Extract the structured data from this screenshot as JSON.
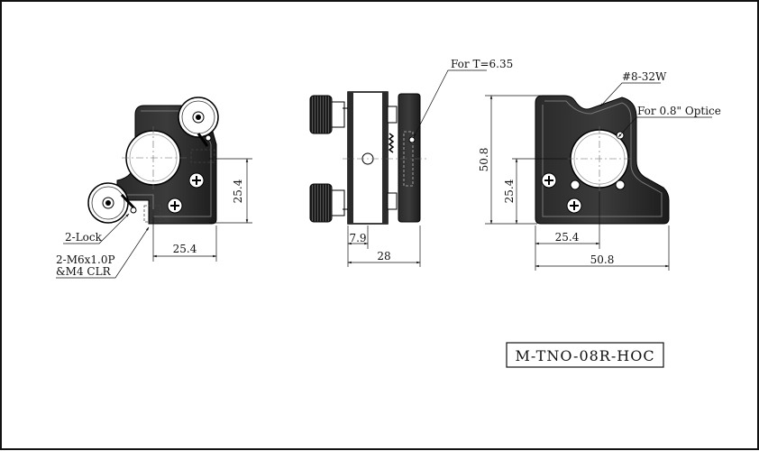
{
  "drawing": {
    "part_number": "M-TNO-08R-HOC",
    "front_view": {
      "lock_label": "2-Lock",
      "thread_label_line1": "2-M6x1.0P",
      "thread_label_line2": "&M4 CLR",
      "dim_horizontal": "25.4",
      "dim_vertical": "25.4"
    },
    "side_view": {
      "thickness_label": "For T=6.35",
      "dim_small": "7.9",
      "dim_overall": "28"
    },
    "back_view": {
      "thread_label": "#8-32W",
      "optic_label": "For 0.8\" Optice",
      "dim_height": "50.8",
      "dim_center_height": "25.4",
      "dim_center_width": "25.4",
      "dim_width": "50.8"
    }
  }
}
